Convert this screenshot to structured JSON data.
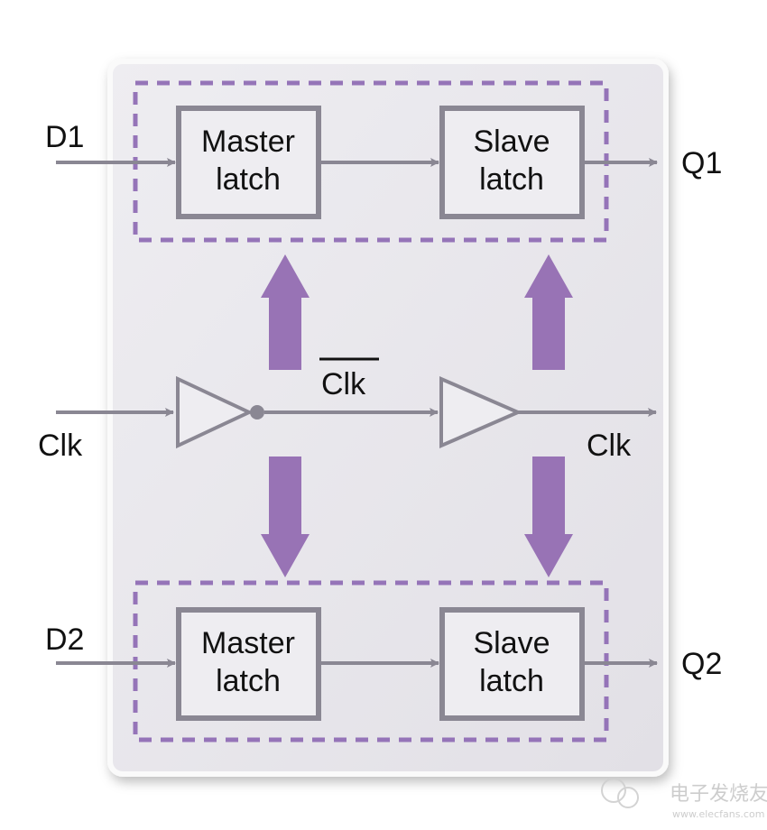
{
  "colors": {
    "panel": "#e9e7ed",
    "dashed": "#9574b8",
    "purple_arrow": "#9873b5",
    "wire": "#8a8793",
    "box_border": "#8a8793"
  },
  "stages": [
    {
      "input": "D1",
      "output": "Q1",
      "master": [
        "Master",
        "latch"
      ],
      "slave": [
        "Slave",
        "latch"
      ]
    },
    {
      "input": "D2",
      "output": "Q2",
      "master": [
        "Master",
        "latch"
      ],
      "slave": [
        "Slave",
        "latch"
      ]
    }
  ],
  "clock": {
    "input_label": "Clk",
    "inverted_label": "Clk",
    "output_label": "Clk"
  },
  "watermark": {
    "name": "电子发烧友",
    "url": "www.elecfans.com"
  }
}
